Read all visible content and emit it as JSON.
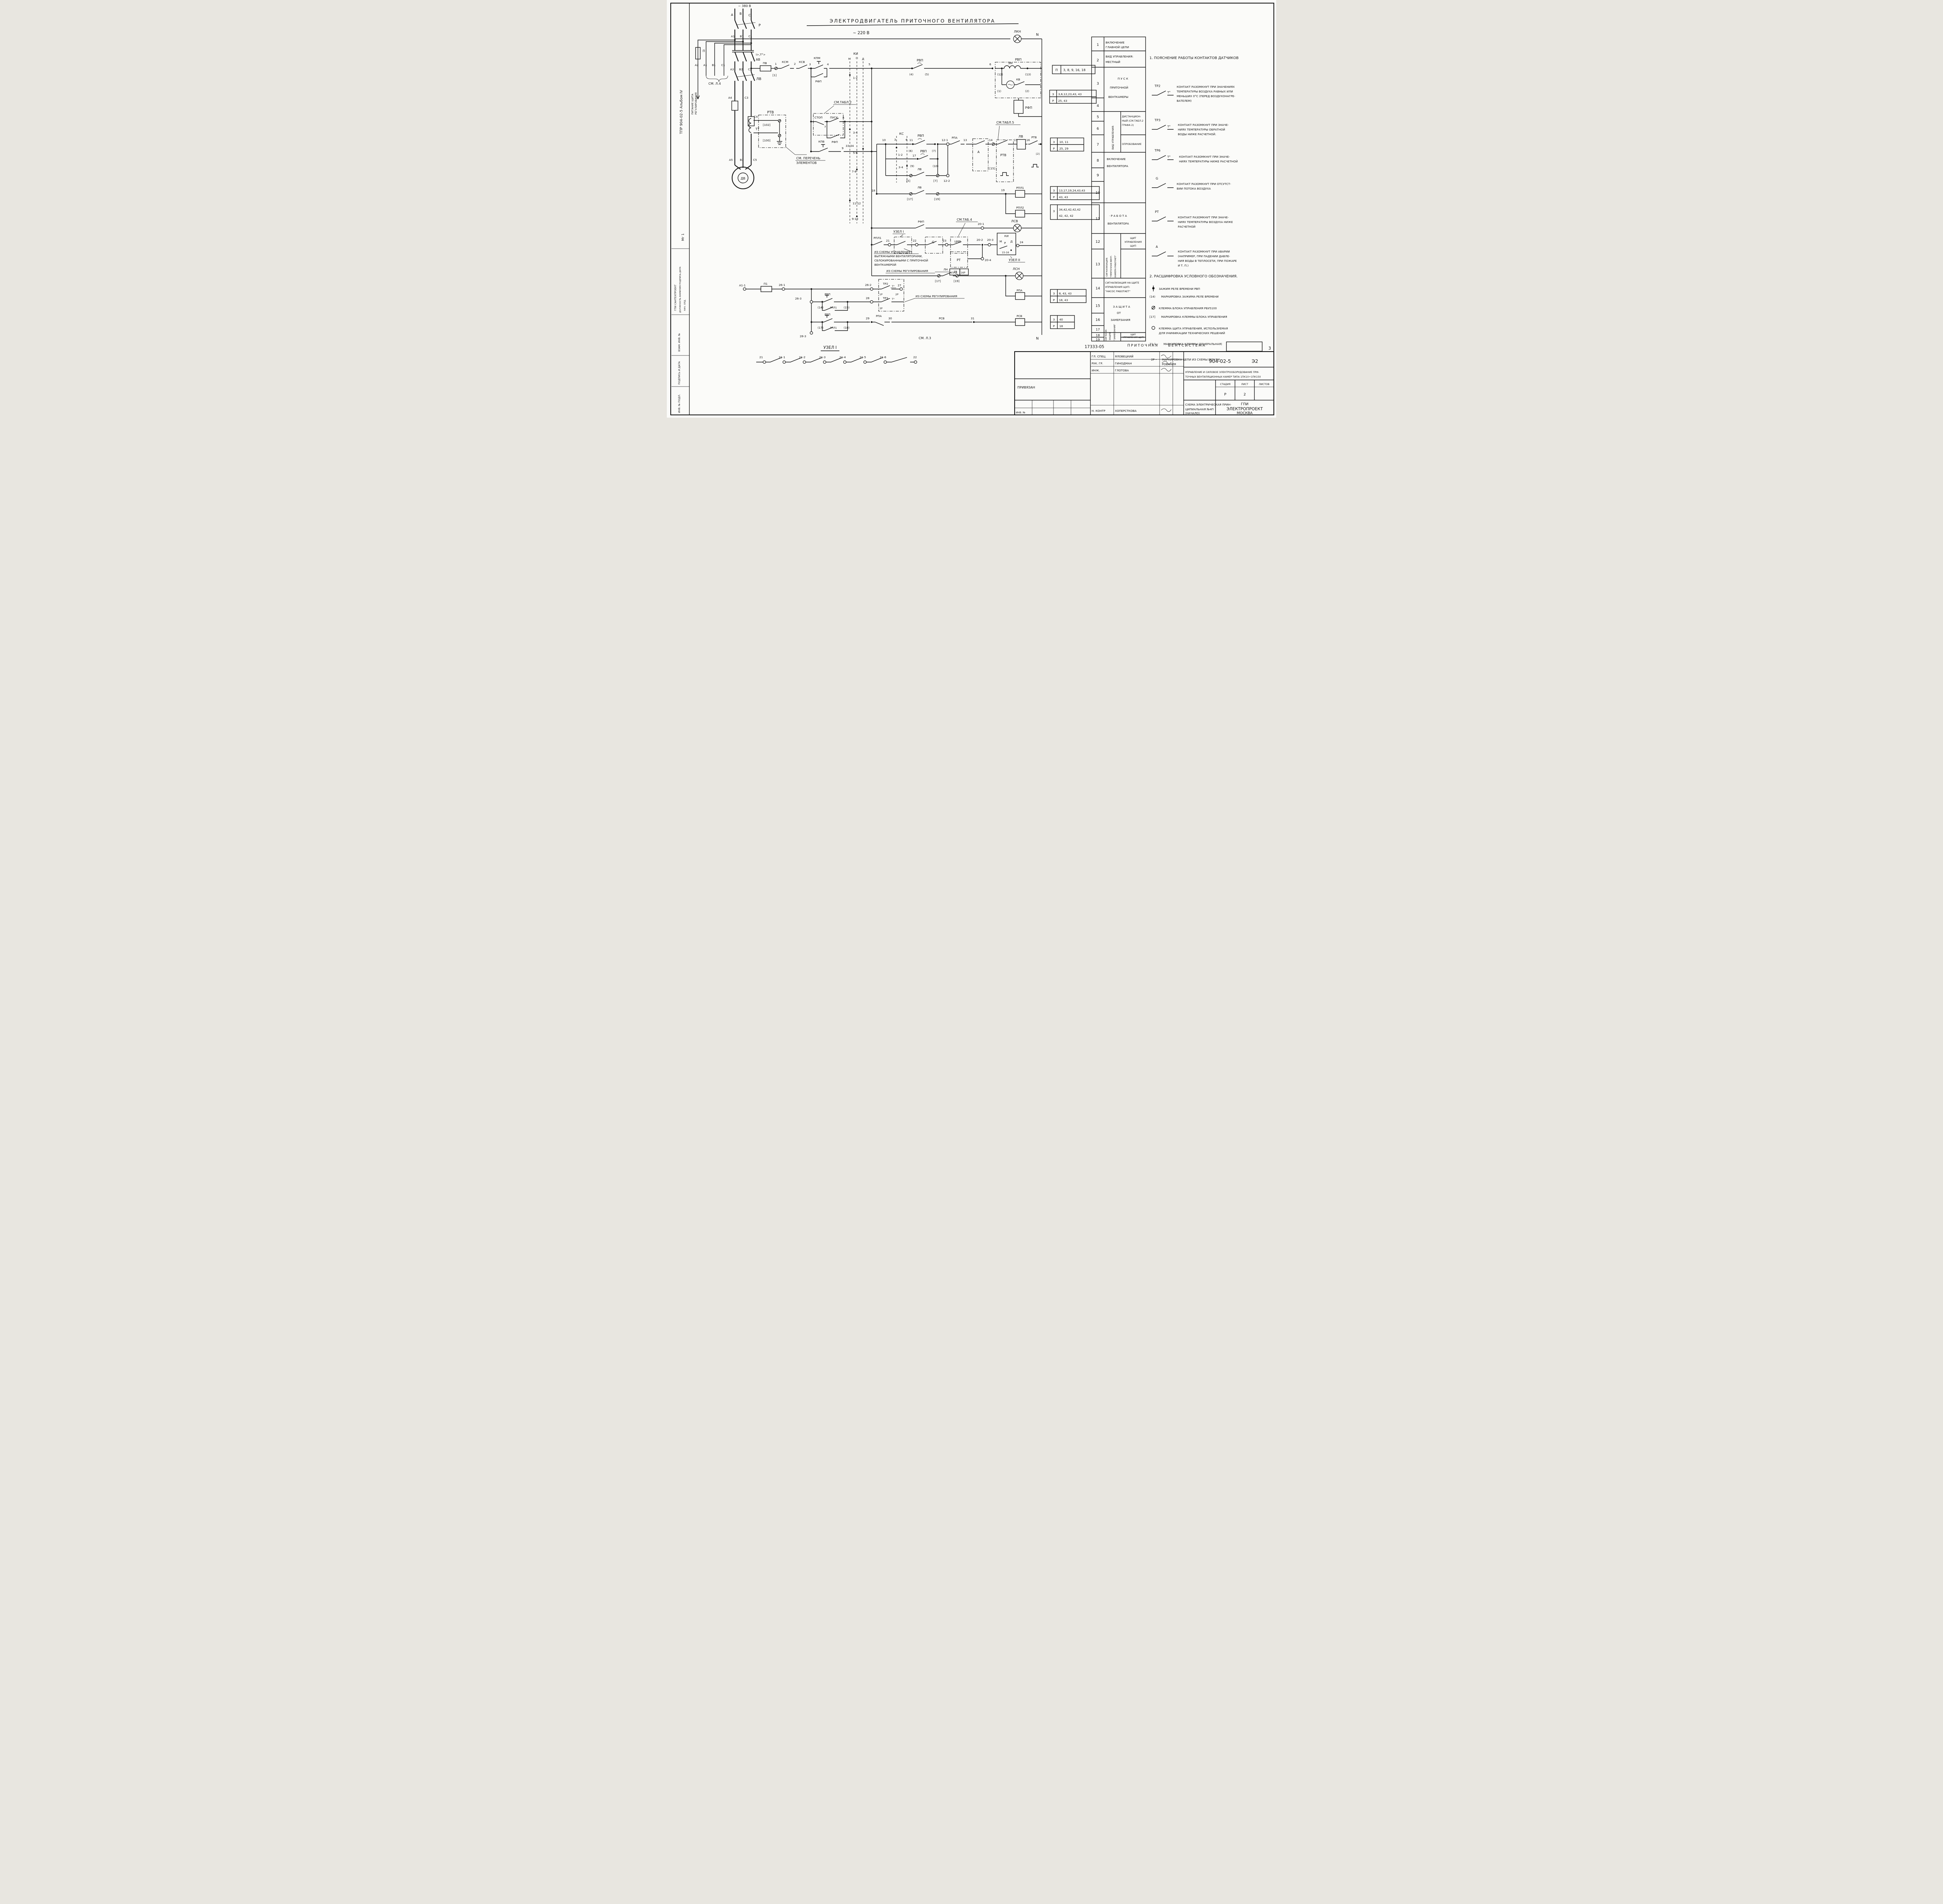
{
  "title": {
    "main": "ЭЛЕКТРОДВИГАТЕЛЬ ПРИТОЧНОГО ВЕНТИЛЯТОРА",
    "voltage": "~ 220 В"
  },
  "power": {
    "supply": "~ 380 В",
    "ph": [
      "А",
      "В",
      "С"
    ],
    "p": "Р",
    "r1": [
      "А1",
      "В1",
      "С1"
    ],
    "trip": "I>,Т°>",
    "ab": "АВ",
    "r2": [
      "А3",
      "В2",
      "С2"
    ],
    "lv": "ЛВ",
    "r3": [
      "А4",
      "С3"
    ],
    "fuse": "П",
    "a2": "А2",
    "t1": "А1",
    "t2": "В1",
    "t3": "С1",
    "sml4": "СМ. Л.4",
    "feed1": "ПИТАНИЕ ЩИТА",
    "feed2": "РЕГУЛИРОВАНИЯ",
    "rtv": "РТВ",
    "c4": "С4",
    "tt": "ТТ",
    "m102": "[102]",
    "m100": "[100]",
    "r4": [
      "А5",
      "В3",
      "С5"
    ],
    "motor": "ДВ",
    "see1": "СМ. ПЕРЕЧЕНЬ",
    "see2": "ЭЛЕМЕНТОВ"
  },
  "bus": {
    "n1": "N",
    "n2": "N",
    "lkn": "ЛКН"
  },
  "r1": {
    "pv": "ПВ",
    "n1": "1",
    "m1": "[1]",
    "ksm": "КСМ",
    "n2": "2",
    "ksv": "КСВ",
    "n3": "3",
    "kpm": "КПМ",
    "n4": "4",
    "rfp": "РФП",
    "n5": "5",
    "rvp": "РВП",
    "c4": "(4)",
    "c5": "(5)",
    "n6": "6",
    "box": "РВП",
    "em": "ЭМ",
    "c12": "(12)",
    "c13": "(13)",
    "kv": "КВ",
    "c1": "(1)",
    "c2": "(2)",
    "coil": "РФП"
  },
  "ki": {
    "t": "КИ",
    "m": "М",
    "o": "О",
    "d": "Д",
    "k12": "1-2",
    "k34": "3-4",
    "k3334": "33-34",
    "k56": "5-6",
    "k78": "7-8",
    "k1112": "11-12",
    "k910": "9-10"
  },
  "r2": {
    "tab": "СМ.ТАБЛ.2",
    "stop": "СТОП",
    "start": "ПУСК",
    "n7": "7",
    "n8": "8",
    "rfp": "РФП"
  },
  "r3": {
    "kpv": "КПВ",
    "n9": "9"
  },
  "r4": {
    "n10": "10",
    "ks": "КС",
    "k3": "3",
    "k4": "4",
    "k12": "1-2",
    "k34": "3-4",
    "n11": "11",
    "rvp": "РВП",
    "c6": "(6)",
    "c7": "(7)",
    "n121": "12-1",
    "rpa": "РПА",
    "n13": "13",
    "a": "А",
    "n14": "14",
    "m15": "[15]",
    "tab": "СМ.ТАБЛ.5",
    "rtv": "РТВ",
    "n15": "15",
    "lv": "ЛВ",
    "n16": "16",
    "rtv2": "РТВ",
    "m2": "[2]"
  },
  "r5": {
    "n17": "17",
    "rvp": "РВП",
    "c9": "(9)",
    "c10": "(10)"
  },
  "r6": {
    "lv": "ЛВ",
    "m5": "[5]",
    "m7": "[7]",
    "n122": "12-2"
  },
  "r7": {
    "n18": "18",
    "lv": "ЛВ",
    "m17": "[17]",
    "m19": "[19]",
    "n19": "19",
    "rpl1": "РПЛ1",
    "rpl2": "РПЛ2"
  },
  "r8": {
    "rfp": "РФП",
    "tab": "СМ.ТАБ.4",
    "n201": "20-1",
    "lsv": "ЛСВ"
  },
  "r9": {
    "uz1": "УЗЕЛ I",
    "rpl1": "РПЛ1",
    "n21": "21",
    "n22": "22",
    "g": "G",
    "n23": "23",
    "cmb": "ЦМБ",
    "n202": "20-2",
    "n203": "20-3",
    "ki": "КИ",
    "m": "М",
    "r": "Р",
    "d": "Д",
    "k1516": "15-16",
    "n24": "24",
    "uz2": "УЗЕЛ II",
    "rt": "РТ",
    "rd15": "15РД",
    "r16": "16Р",
    "n204": "20-4",
    "note1": [
      "ИЗ СХЕМЫ УПРАВЛЕНИЯ",
      "ВЫТЯЖНЫМИ ВЕНТИЛЯТОРАМИ,",
      "СБЛОКИРОВАННЫМИ С ПРИТОЧНОЙ",
      "ВЕНТКАМЕРОЙ"
    ],
    "note2": "ИЗ СХЕМЫ РЕГУЛИРОВАНИЯ"
  },
  "r10": {
    "ln": "ЛН",
    "n25": "25",
    "m17": "[17]",
    "m19": "[19]",
    "lsn": "ЛСН",
    "rpa": "РПА"
  },
  "rb": {
    "a11": "А1-1",
    "p1": "П1",
    "n261": "26-1",
    "n262": "26-2",
    "tr2": "ТР2",
    "t2": "Т°",
    "n27": "27",
    "p1r": "1Р",
    "p2r": "2Р",
    "tr3": "ТР3",
    "t3": "Т°",
    "p3r": "3Р",
    "n263": "26-3",
    "rvp1": "РВП",
    "c14": "(14)",
    "rpl11": "РПЛ1",
    "c15": "(15)",
    "n28": "28",
    "rvp2": "РВП",
    "c17": "(17)",
    "rpl12": "РПЛ1",
    "c18": "(18)",
    "n29": "29",
    "rpa": "РПА",
    "n30": "30",
    "n31": "31",
    "rsv": "РСВ",
    "n283": "28-3",
    "note": "ИЗ СХЕМЫ РЕГУЛИРОВАНИЯ",
    "sml3": "СМ. Л.3"
  },
  "uz": {
    "title": "УЗЕЛ I",
    "t": [
      "21",
      "21-1",
      "21-2",
      "21-3",
      "21-4",
      "21-5",
      "21-6",
      "22"
    ]
  },
  "tbl": {
    "tp": {
      "k": "П",
      "v": "3, 8, 9, 16, 18"
    },
    "t1": {
      "k1": "З",
      "v1": "3,6,12,23,43, 43",
      "k2": "Р",
      "v2": "25, 43"
    },
    "t2": {
      "k1": "З",
      "v1": "10, 11",
      "k2": "Р",
      "v2": "25, 29"
    },
    "t3": {
      "k1": "З",
      "v1": "13,17,19,24,43,43",
      "k2": "Р",
      "v2": "43, 43"
    },
    "t4": {
      "k1": "З",
      "v1": "34,42,42,42,42",
      "v2": "42, 42, 42"
    },
    "t5": {
      "k1": "З",
      "v1": "8, 43, 43",
      "k2": "Р",
      "v2": "18, 43"
    },
    "t6": {
      "k1": "З",
      "v1": "40",
      "k2": "Р",
      "v2": "18"
    }
  },
  "st": {
    "nums": [
      "1",
      "2",
      "3",
      "4",
      "5",
      "6",
      "7",
      "8",
      "9",
      "10",
      "11",
      "12",
      "13",
      "14",
      "15",
      "16",
      "17",
      "18",
      "19"
    ],
    "r1": [
      "ВКЛЮЧЕНИЕ",
      "ГЛАВНОЙ ЦЕПИ"
    ],
    "r2": [
      "ВИД УПРАВЛЕНИЯ:",
      "МЕСТНЫЙ"
    ],
    "r34": [
      "П У С К",
      "ПРИТОЧНОЙ",
      "ВЕНТКАМЕРЫ"
    ],
    "r57v": "ВИД УПРАВЛЕНИЯ:",
    "r56": [
      "ДИСТАНЦИОН-",
      "НЫЙ (СМ.ТАБЛ.2",
      "ГРАФА 2)"
    ],
    "r7": "ОПРОБОВАНИЕ",
    "r810": [
      "ВКЛЮЧЕНИЕ",
      "ВЕНТИЛЯТОРА"
    ],
    "r11": [
      "· Р А Б О Т А",
      "ВЕНТИЛЯТОРА"
    ],
    "r1213v": [
      "СИГНАЛИЗАЦИЯ:",
      "\"ПРИТОЧНАЯ ВЕНТ-",
      "КАМЕРА РАБОТАЕТ\""
    ],
    "r12": [
      "ЩИТ",
      "УПРАВЛЕНИЯ",
      "ЩУП"
    ],
    "r14": [
      "СИГНАЛИЗАЦИЯ НА ЩИТЕ",
      "УПРАВЛЕНИЯ ЩУП:",
      "\"НАСОС РАБОТАЕТ\""
    ],
    "r1517": [
      "З А Щ И Т А",
      "ОТ",
      "ЗАМЕРЗАНИЯ"
    ],
    "r1819v": [
      "СИГНАЛИ-",
      "ЗАЦИЯ:",
      "\"ЗАМЕРЗАНИЕ\""
    ],
    "r18": [
      "ЩИТ",
      "УПРАВЛЕНИЯ ЩУП"
    ]
  },
  "notes": {
    "h1": "1. ПОЯСНЕНИЕ РАБОТЫ КОНТАКТОВ ДАТЧИКОВ",
    "tr2": {
      "s": "ТР2",
      "d": "Т°",
      "l": [
        "КОНТАКТ РАЗОМКНУТ ПРИ ЗНАЧЕНИЯХ",
        "ТЕМПЕРАТУРЫ ВОЗДУХА РАВНЫХ ИЛИ",
        "МЕНЬШИХ 0°С (ПЕРЕД ВОЗДУХОНАГРЕ-",
        "ВАТЕЛЕМ)"
      ]
    },
    "tr3": {
      "s": "ТР3",
      "d": "Т°",
      "l": [
        "КОНТАКТ РАЗОМКНУТ ПРИ ЗНАЧЕ-",
        "НИЯХ ТЕМПЕРАТУРЫ ОБРАТНОЙ",
        "ВОДЫ НИЖЕ РАСЧЕТНОЙ."
      ]
    },
    "tr6": {
      "s": "ТР6",
      "d": "Т°",
      "l": [
        "КОНТАКТ РАЗОМКНУТ ПРИ ЗНАЧЕ-",
        "НИЯХ ТЕМПЕРАТУРЫ НИЖЕ РАСЧЕТНОЙ"
      ]
    },
    "g": {
      "s": "G",
      "l": [
        "КОНТАКТ РАЗОМКНУТ ПРИ ОТСУТСТ-",
        "ВИИ ПОТОКА ВОЗДУХА"
      ]
    },
    "rt": {
      "s": "РТ",
      "l": [
        "КОНТАКТ РАЗОМКНУТ ПРИ ЗНАЧЕ-",
        "НИЯХ ТЕМПЕРАТУРЫ ВОЗДУХА НИЖЕ",
        "РАСЧЕТНОЙ"
      ]
    },
    "a": {
      "s": "А",
      "l": [
        "КОНТАКТ РАЗОМКНУТ ПРИ АВАРИИ",
        "(НАПРИМЕР, ПРИ ПАДЕНИИ ДАВЛЕ-",
        "НИЯ ВОДЫ В ТЕПЛОСЕТИ, ПРИ ПОЖАРЕ",
        "И Т. П.)"
      ]
    },
    "h2": "2. РАСШИФРОВКА УСЛОВНОГО ОБОЗНАЧЕНИЯ.",
    "leg1": "ЗАЖИМ РЕЛЕ ВРЕМЕНИ РВП",
    "leg2k": "(14)",
    "leg2": "МАРКИРОВКА ЗАЖИМА РЕЛЕ ВРЕМЕНИ",
    "leg3": "КЛЕММА БЛОКА УПРАВЛЕНИЯ РБУ5100",
    "leg4k": "[17]",
    "leg4": "МАРКИРОВКА КЛЕММЫ БЛОКА УПРАВЛЕНИЯ",
    "leg5": [
      "КЛЕММА ЩИТА УПРАВЛЕНИЯ, ИСПОЛЬЗУЕМАЯ",
      "ДЛЯ УНИФИКАЦИИ ТЕХНИЧЕСКИХ РЕШЕНИЙ"
    ],
    "leg6k": "21-1 –",
    "leg6": "МАРКИРОВКА КЛЕММЫ (ГЕНЕРАЛЬНАЯ)",
    "leg7k": "2Р –",
    "leg7": [
      "МАРКИРОВКА ЦЕПИ ИЗ СХЕМЫ РЕГУЛИ-",
      "РОВАНИЯ"
    ]
  },
  "tb": {
    "doc": "17333-05",
    "sys": "ПРИТОЧНАЯ",
    "sys2": "ВЕНТСИСТЕМА",
    "pg": "3",
    "roles": [
      "ГЛ. СПЕЦ.",
      "РУК. ГР.",
      "ИНЖ."
    ],
    "names": [
      "ЯЛОВЕЦКИЙ",
      "ГИНОДМАН",
      "ГЛОТОВА"
    ],
    "nk": "Н. КОНТР",
    "nkn": "ХОПЕРСТКОВА",
    "code": "904-02-5",
    "mark": "Э2",
    "desc1": "УПРАВЛЕНИЕ И СИЛОВОЕ ЭЛЕКТРООБОРУДОВАНИЕ ПРИ-",
    "desc2": "ТОЧНЫХ ВЕНТИЛЯЦИОННЫХ КАМЕР ТИПА 1ПК10÷1ПК150",
    "stage_h": [
      "СТАДИЯ",
      "ЛИСТ",
      "ЛИСТОВ"
    ],
    "stage": "Р",
    "sheet": "2",
    "scheme": [
      "СХЕМА ЭЛЕКТРИЧЕСКАЯ ПРИН-",
      "ЦИПИАЛЬНАЯ №4П",
      "(НАЧАЛО)"
    ],
    "org": [
      "ГПИ",
      "ЭЛЕКТРОПРОЕКТ",
      "МОСКВА"
    ],
    "priv": "ПРИВЯЗАН",
    "inv": "ИНВ. №"
  },
  "lm": {
    "album": "ТПР 904-02-5      Альбом IV",
    "note": "Мг 1",
    "org": "ГПИ САНТЕХПРОЕКТ",
    "hdr": "ДОЛЖНОСТЬ  ФАМИЛИЯ  ПОДПИСЬ  ДАТА",
    "r1": "НАЧ. ОТД.",
    "vz": "ВЗАМ. ИНВ. №",
    "pd": "ПОДПИСЬ И ДАТА",
    "inv": "ИНВ. № ПОДЛ."
  }
}
